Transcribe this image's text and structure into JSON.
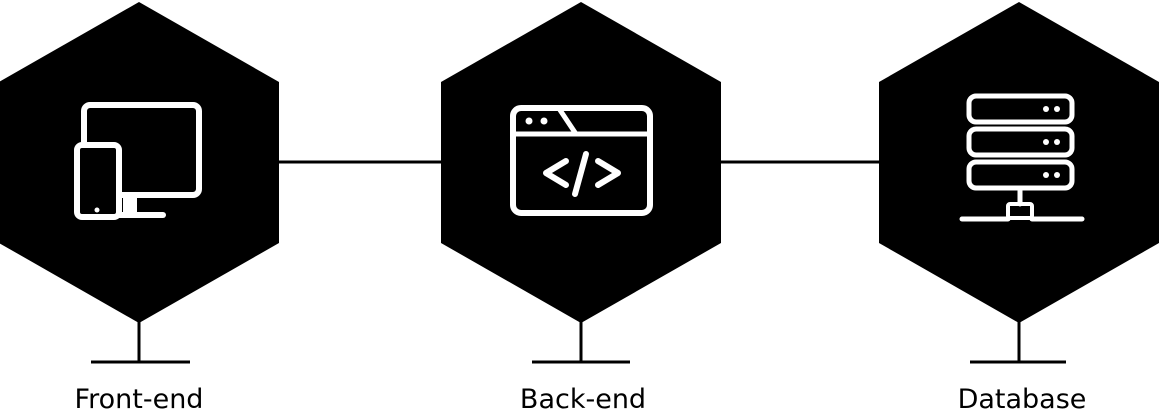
{
  "colors": {
    "background": "#ffffff",
    "hexagon_fill": "#000000",
    "icon_stroke": "#ffffff",
    "connector": "#000000"
  },
  "nodes": [
    {
      "label": "Front-end",
      "icon": "devices-icon"
    },
    {
      "label": "Back-end",
      "icon": "code-window-icon"
    },
    {
      "label": "Database",
      "icon": "server-network-icon"
    }
  ]
}
